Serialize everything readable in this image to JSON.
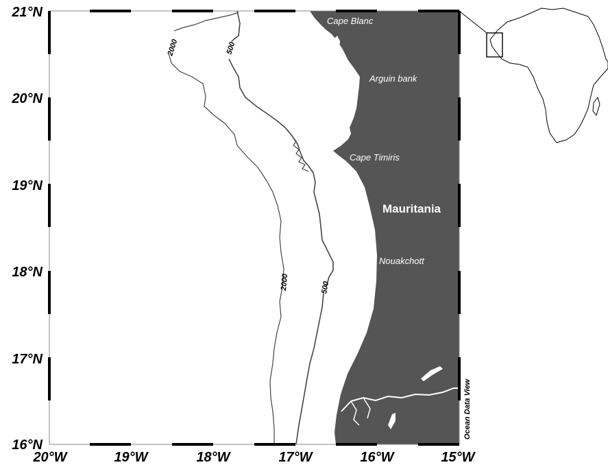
{
  "axes": {
    "lat_ticks": [
      "21°N",
      "20°N",
      "19°N",
      "18°N",
      "17°N",
      "16°N"
    ],
    "lon_ticks": [
      "20°W",
      "19°W",
      "18°W",
      "17°W",
      "16°W",
      "15°W"
    ]
  },
  "places": {
    "cape_blanc": "Cape Blanc",
    "arguin_bank": "Arguin bank",
    "cape_timiris": "Cape Timiris",
    "country": "Mauritania",
    "nouakchott": "Nouakchott"
  },
  "contours": {
    "deep_label": "2000",
    "shallow_label": "500"
  },
  "credit": "Ocean Data View",
  "colors": {
    "land": "#555555",
    "ocean": "#ffffff",
    "contour": "#444444",
    "frame": "#000000"
  }
}
